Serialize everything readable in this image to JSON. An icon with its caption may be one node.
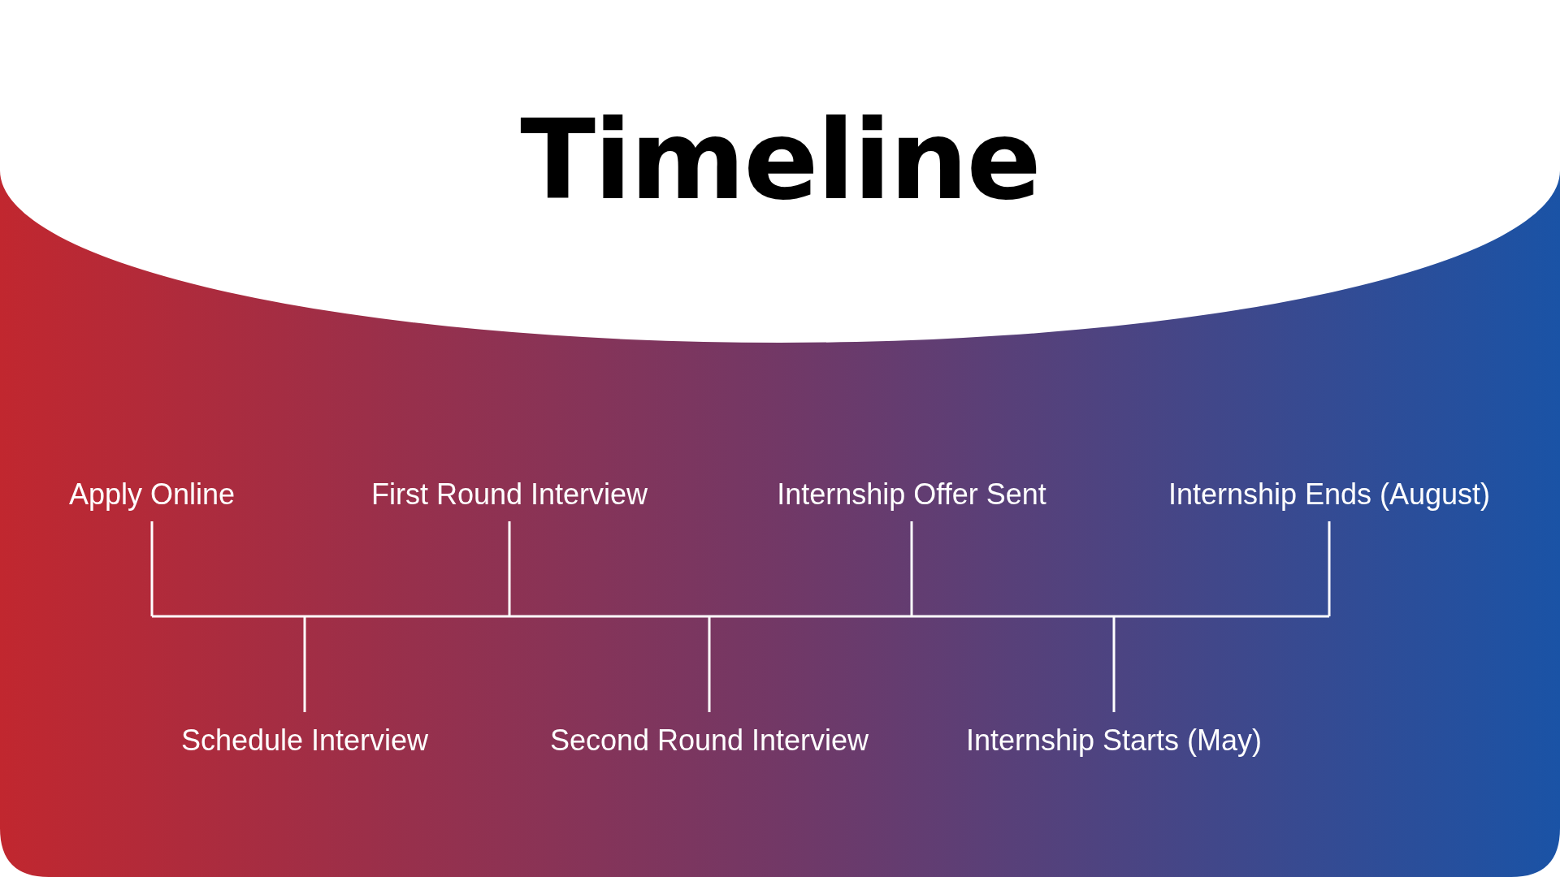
{
  "diagram": {
    "title": "Timeline",
    "labels": [
      "Apply Online",
      "First Round Interview",
      "Internship Offer Sent",
      "Internship Ends (August)",
      "Schedule Interview",
      "Second Round Interview",
      "Internship Starts (May)"
    ]
  }
}
